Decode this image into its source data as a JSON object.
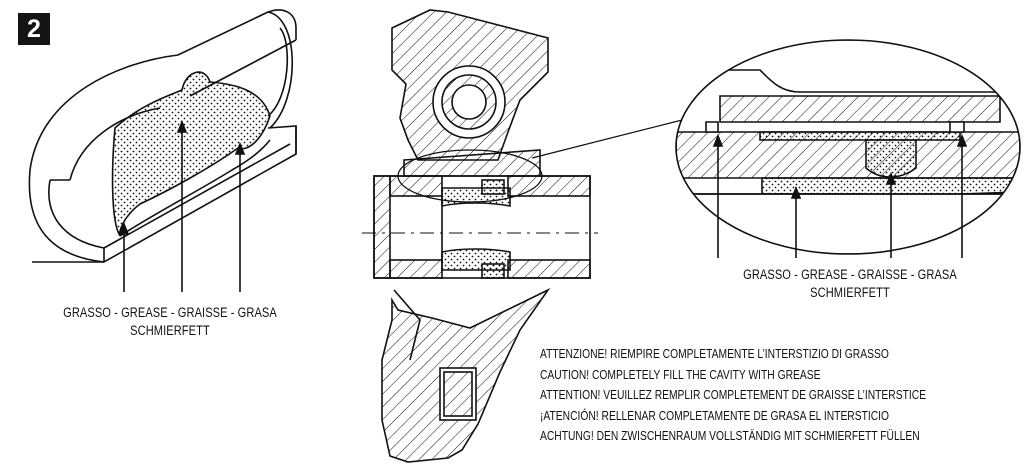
{
  "step_number": "2",
  "caption_left": {
    "line1": "GRASSO - GREASE - GRAISSE - GRASA",
    "line2": "SCHMIERFETT"
  },
  "caption_right": {
    "line1": "GRASSO - GREASE - GRAISSE - GRASA",
    "line2": "SCHMIERFETT"
  },
  "warnings": [
    "ATTENZIONE! RIEMPIRE COMPLETAMENTE L’INTERSTIZIO DI GRASSO",
    "CAUTION! COMPLETELY FILL THE CAVITY WITH GREASE",
    "ATTENTION! VEUILLEZ REMPLIR COMPLETEMENT DE GRAISSE L’INTERSTICE",
    "¡ATENCIÓN! RELLENAR COMPLETAMENTE DE GRASA EL INTERSTICIO",
    "ACHTUNG! DEN ZWISCHENRAUM VOLLSTÄNDIG MIT SCHMIERFETT FÜLLEN"
  ]
}
